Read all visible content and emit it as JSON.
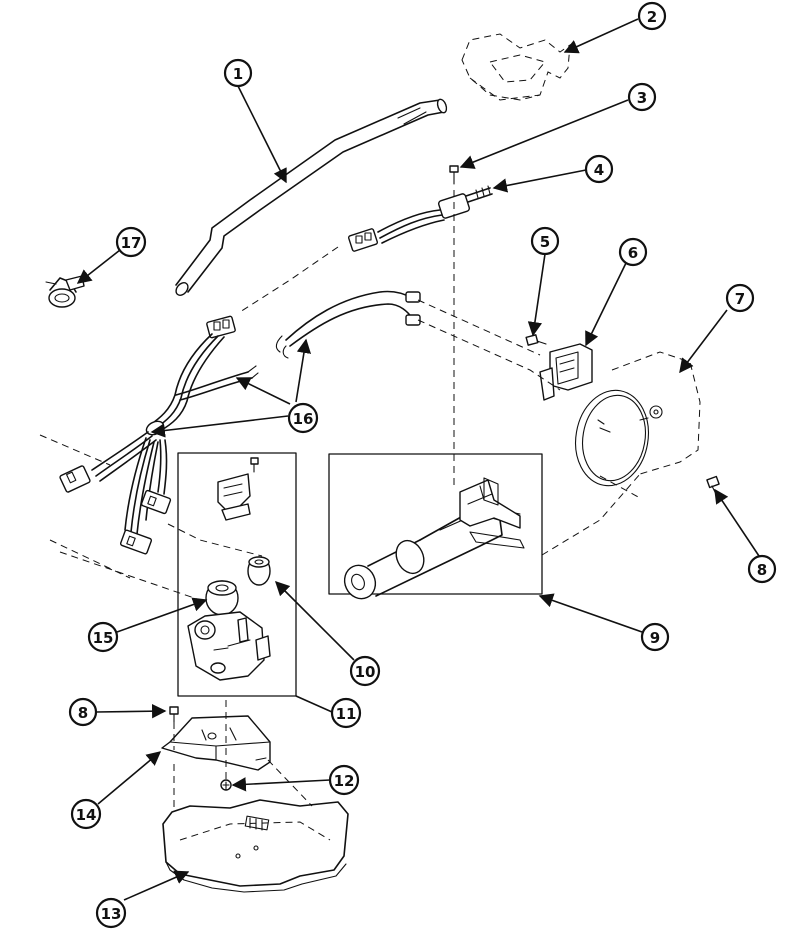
{
  "diagram": {
    "type": "exploded parts diagram",
    "callouts": [
      {
        "id": "c1",
        "label": "1"
      },
      {
        "id": "c2",
        "label": "2"
      },
      {
        "id": "c3",
        "label": "3"
      },
      {
        "id": "c4",
        "label": "4"
      },
      {
        "id": "c5",
        "label": "5"
      },
      {
        "id": "c6",
        "label": "6"
      },
      {
        "id": "c7",
        "label": "7"
      },
      {
        "id": "c8a",
        "label": "8"
      },
      {
        "id": "c8b",
        "label": "8"
      },
      {
        "id": "c9",
        "label": "9"
      },
      {
        "id": "c10",
        "label": "10"
      },
      {
        "id": "c11",
        "label": "11"
      },
      {
        "id": "c12",
        "label": "12"
      },
      {
        "id": "c13",
        "label": "13"
      },
      {
        "id": "c14",
        "label": "14"
      },
      {
        "id": "c15",
        "label": "15"
      },
      {
        "id": "c16",
        "label": "16"
      },
      {
        "id": "c17",
        "label": "17"
      }
    ]
  }
}
